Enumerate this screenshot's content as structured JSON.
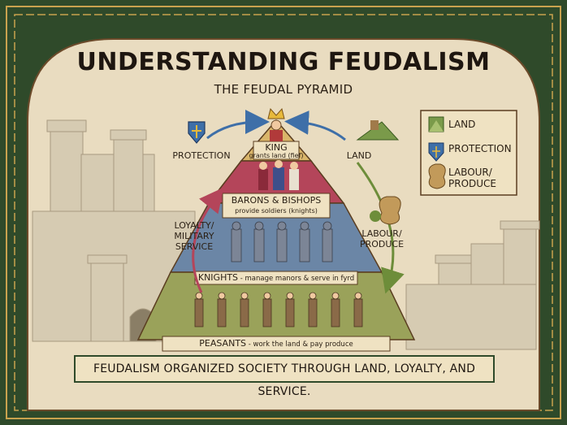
{
  "title": "UNDERSTANDING FEUDALISM",
  "subtitle": "THE FEUDAL PYRAMID",
  "levels": [
    {
      "name": "KING",
      "desc": "grants land (fief)"
    },
    {
      "name": "BARONS & BISHOPS",
      "desc": "provide soldiers (knights)"
    },
    {
      "name": "KNIGHTS",
      "desc": " - manage manors & serve in fyrd"
    },
    {
      "name": "PEASANTS",
      "desc": " - work the land & pay produce"
    }
  ],
  "arrows": {
    "protection": "PROTECTION",
    "land": "LAND",
    "loyalty_line1": "LOYALTY/",
    "loyalty_line2": "MILITARY",
    "loyalty_line3": "SERVICE",
    "labour_line1": "LABOUR/",
    "labour_line2": "PRODUCE"
  },
  "legend": {
    "land": "LAND",
    "protection": "PROTECTION",
    "labour_line1": "LABOUR/",
    "labour_line2": "PRODUCE"
  },
  "banner": "FEUDALISM ORGANIZED SOCIETY THROUGH LAND, LOYALTY, AND SERVICE.",
  "colors": {
    "border": "#2f4a2a",
    "parchment": "#e9dcc0",
    "tier_king": "#d9b56a",
    "tier_barons": "#b4455a",
    "tier_knights": "#6b86a6",
    "tier_peasants": "#9aa25a",
    "arrow_blue": "#3e6fa8",
    "arrow_red": "#b4455a",
    "arrow_green": "#6d8d3a"
  },
  "icons": [
    "shield-icon",
    "castle-land-icon",
    "grain-sack-icon",
    "crown-icon"
  ]
}
